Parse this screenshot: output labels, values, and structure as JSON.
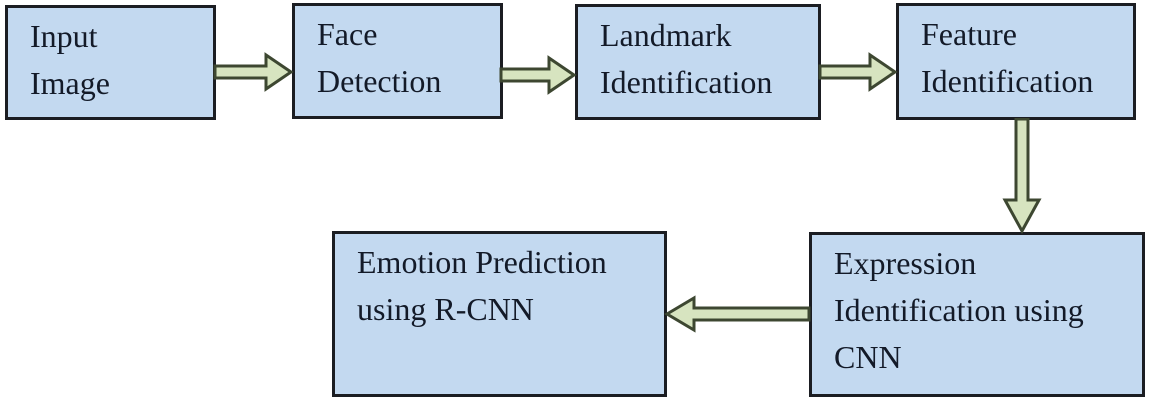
{
  "diagram": {
    "title": "Emotion recognition pipeline flowchart",
    "colors": {
      "bg": "#ffffff",
      "box_fill": "#c3d9f0",
      "box_border": "#1b1d22",
      "text_color": "#131a28",
      "arrow_fill": "#d7e4c0",
      "arrow_stroke": "#3d4731"
    },
    "nodes": [
      {
        "id": "input-image",
        "label": "Input\nImage"
      },
      {
        "id": "face-detection",
        "label": "Face\nDetection"
      },
      {
        "id": "landmark-identification",
        "label": "Landmark\nIdentification"
      },
      {
        "id": "feature-identification",
        "label": "Feature\nIdentification"
      },
      {
        "id": "expression-identification",
        "label": "Expression\nIdentification using\nCNN"
      },
      {
        "id": "emotion-prediction",
        "label": "Emotion Prediction\nusing R-CNN"
      }
    ],
    "connections": [
      {
        "from": "input-image",
        "to": "face-detection",
        "direction": "right",
        "icon": "arrow-right-icon"
      },
      {
        "from": "face-detection",
        "to": "landmark-identification",
        "direction": "right",
        "icon": "arrow-right-icon"
      },
      {
        "from": "landmark-identification",
        "to": "feature-identification",
        "direction": "right",
        "icon": "arrow-right-icon"
      },
      {
        "from": "feature-identification",
        "to": "expression-identification",
        "direction": "down",
        "icon": "arrow-down-icon"
      },
      {
        "from": "expression-identification",
        "to": "emotion-prediction",
        "direction": "left",
        "icon": "arrow-left-icon"
      }
    ]
  }
}
